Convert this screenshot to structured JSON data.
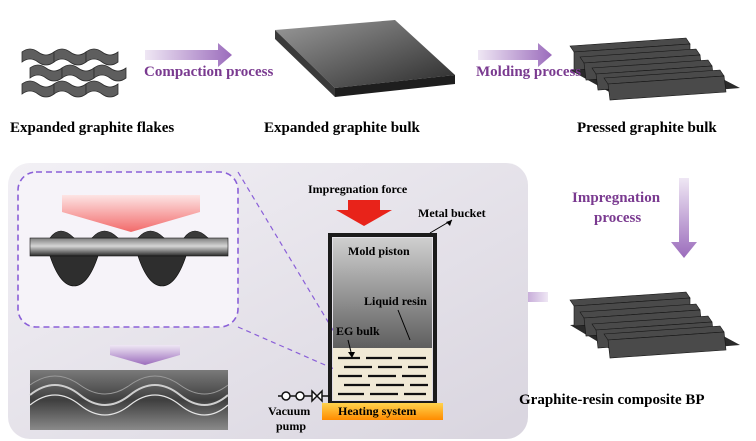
{
  "top_row": {
    "stage1_label": "Expanded graphite flakes",
    "stage2_label": "Expanded graphite bulk",
    "stage3_label": "Pressed graphite bulk"
  },
  "process_steps": {
    "compaction": "Compaction process",
    "molding": "Molding process",
    "impregnation_line1": "Impregnation",
    "impregnation_line2": "process"
  },
  "final": {
    "label": "Graphite-resin composite BP"
  },
  "apparatus": {
    "impregnation_force": "Impregnation force",
    "metal_bucket": "Metal bucket",
    "mold_piston": "Mold piston",
    "liquid_resin": "Liquid resin",
    "eg_bulk": "EG bulk",
    "vacuum_pump_line1": "Vacuum",
    "vacuum_pump_line2": "pump",
    "heating_system": "Heating system"
  },
  "colors": {
    "step_text": "#7a3a90",
    "arrow": "#a47cc0",
    "force_arrow": "#e8231a",
    "panel_bg": "#e8e4ec",
    "heating": "#ffb300"
  }
}
